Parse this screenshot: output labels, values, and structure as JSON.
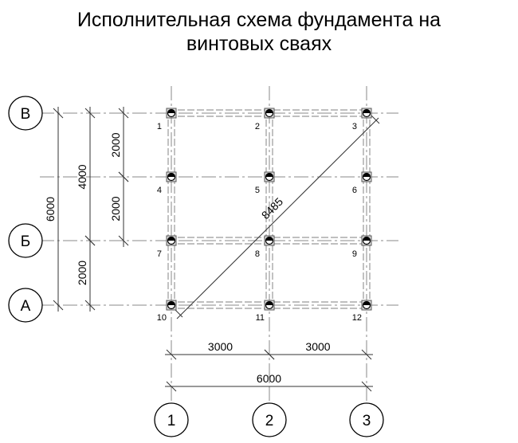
{
  "title_line1": "Исполнительная схема фундамента на",
  "title_line2": "винтовых сваях",
  "rows": [
    {
      "label": "В"
    },
    {
      "label": "Б"
    },
    {
      "label": "А"
    }
  ],
  "columns": [
    {
      "label": "1"
    },
    {
      "label": "2"
    },
    {
      "label": "3"
    }
  ],
  "piles": [
    "1",
    "2",
    "3",
    "4",
    "5",
    "6",
    "7",
    "8",
    "9",
    "10",
    "11",
    "12"
  ],
  "vertical_dimensions": {
    "total": "6000",
    "upper": "4000",
    "lower": "2000",
    "upper_a": "2000",
    "upper_b": "2000"
  },
  "horizontal_dimensions": {
    "left": "3000",
    "right": "3000",
    "total": "6000"
  },
  "diagonal": "8485"
}
